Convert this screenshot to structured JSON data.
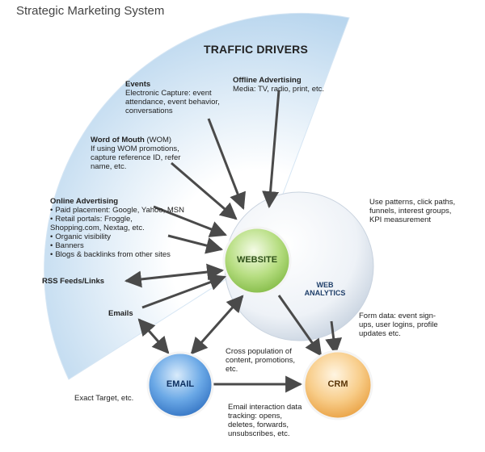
{
  "title": "Strategic Marketing System",
  "traffic_heading": "TRAFFIC DRIVERS",
  "events": {
    "title": "Events",
    "desc": "Electronic Capture: event attendance, event behavior, conversations"
  },
  "offline": {
    "title": "Offline Advertising",
    "desc": "Media: TV, radio, print, etc."
  },
  "wom": {
    "title": "Word of Mouth",
    "title_suffix": " (WOM)",
    "desc": "If using WOM promotions, capture reference ID, refer name, etc."
  },
  "online": {
    "title": "Online Advertising",
    "items": [
      "Paid placement: Google, Yahoo, MSN",
      "Retail portals: Froggle, Shopping.com, Nextag, etc.",
      "Organic visibility",
      "Banners",
      "Blogs & backlinks from other sites"
    ]
  },
  "rss": "RSS Feeds/Links",
  "emails": "Emails",
  "nodes": {
    "website": "WEBSITE",
    "analytics": "WEB ANALYTICS",
    "email": "EMAIL",
    "crm": "CRM"
  },
  "notes": {
    "use_patterns": "Use patterns, click paths, funnels, interest groups, KPI measurement",
    "form_data": "Form data: event sign-ups, user logins, profile updates etc.",
    "cross_population": "Cross population of content, promotions, etc.",
    "exact_target": "Exact Target, etc.",
    "email_tracking": "Email interaction data tracking: opens, deletes, forwards, unsubscribes, etc."
  },
  "colors": {
    "fan": "#c6dff2",
    "website": "#a6d46a",
    "email": "#4f93d9",
    "crm": "#f5c27a",
    "analytics": "#dfe6ef",
    "arrow": "#555555"
  }
}
